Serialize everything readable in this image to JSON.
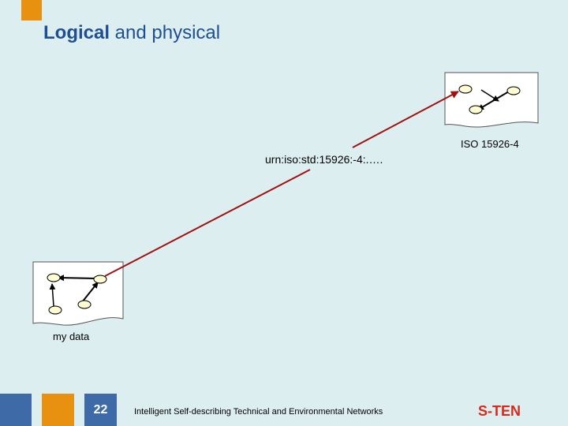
{
  "slide": {
    "title_bold": "Logical",
    "title_rest": " and physical"
  },
  "labels": {
    "urn": "urn:iso:std:15926:-4:.….",
    "iso": "ISO 15926-4",
    "my_data": "my data"
  },
  "footer": {
    "page_number": "22",
    "text": "Intelligent Self-describing Technical and Environmental Networks",
    "brand": "S-TEN"
  },
  "colors": {
    "orange": "#e8900f",
    "blue": "#3f6aa8",
    "title_blue": "#1d4f91",
    "link_red": "#a01212",
    "brand_red": "#d62a1b",
    "node_fill": "#fefcd0"
  }
}
